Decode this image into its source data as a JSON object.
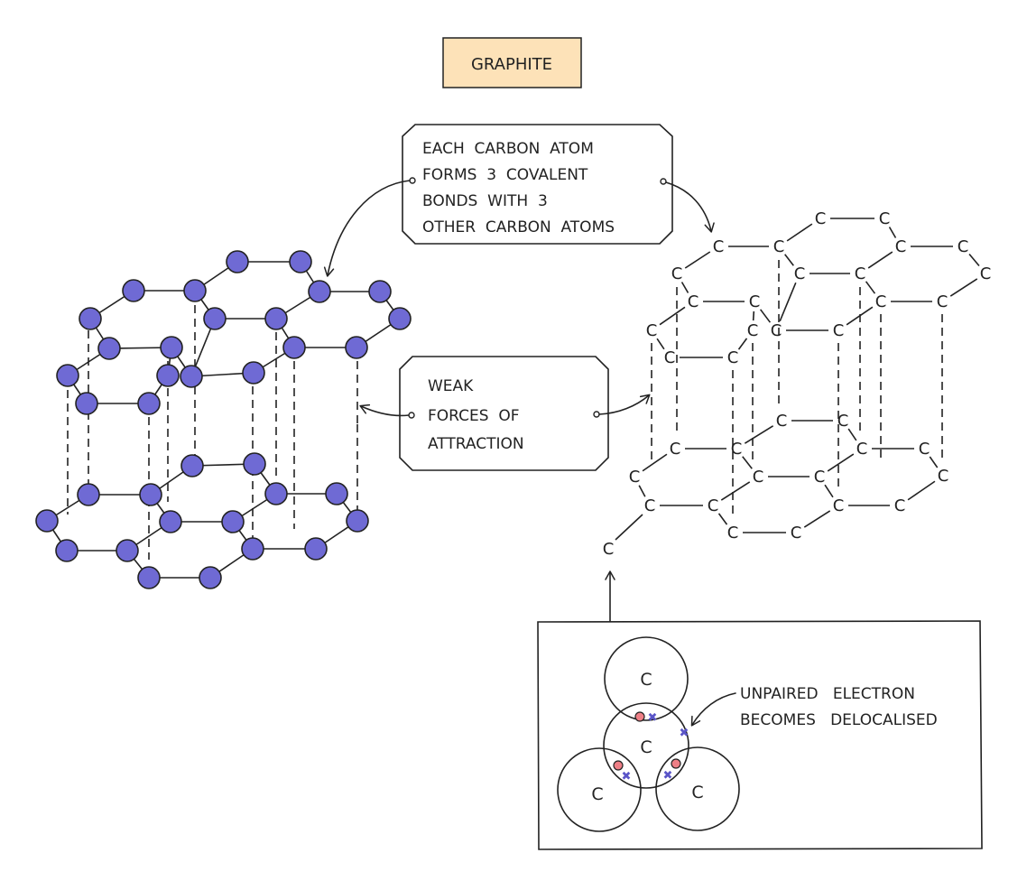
{
  "title": "GRAPHITE",
  "callouts": {
    "bonding": [
      "EACH  CARBON  ATOM",
      "FORMS  3  COVALENT",
      "BONDS  WITH  3",
      "OTHER  CARBON  ATOMS"
    ],
    "forces": [
      "WEAK",
      "FORCES  OF",
      "ATTRACTION"
    ],
    "electron": [
      "UNPAIRED   ELECTRON",
      "BECOMES   DELOCALISED"
    ]
  },
  "atom_symbol": "C",
  "colors": {
    "title_box": "#fde2b8",
    "atom_fill": "#6f6ad4",
    "paired_electron": "#ee7f86",
    "unpaired_electron": "#5a55c8",
    "ink": "#222222"
  }
}
